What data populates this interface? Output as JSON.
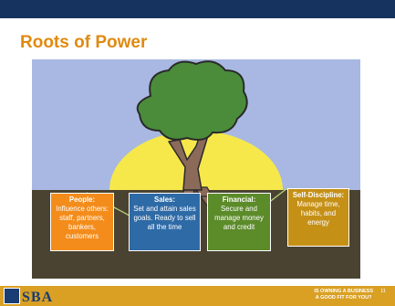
{
  "slide": {
    "title": "Roots of Power"
  },
  "boxes": [
    {
      "head": "People",
      "body": "Influence others: staff, partners, bankers, customers"
    },
    {
      "head": "Sales",
      "body": "Set and attain sales goals. Ready to sell all the time"
    },
    {
      "head": "Financial",
      "body": "Secure and manage money and credit"
    },
    {
      "head": "Self-Discipline",
      "body": "Manage time, habits, and energy"
    }
  ],
  "footer": {
    "logo": "SBA",
    "tagline_line1": "IS OWNING A BUSINESS",
    "tagline_line2": "A GOOD FIT FOR YOU?",
    "page_number": "11"
  },
  "colors": {
    "top_bar": "#16335f",
    "title": "#e08a10",
    "sky": "#a8b8e2",
    "sun": "#f6e84a",
    "ground": "#4b4332",
    "tree_canopy": "#4a8c3a",
    "trunk": "#8b6a5a",
    "footer_bar": "#d9a024",
    "people_box": "#f38c1b",
    "sales_box": "#2e6aa6",
    "financial_box": "#5c8b2a",
    "self_discipline_box": "#c59016"
  }
}
